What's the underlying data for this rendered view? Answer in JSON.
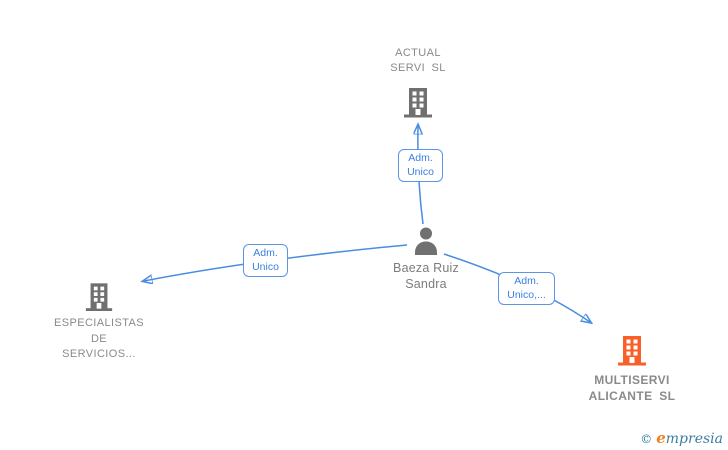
{
  "nodes": {
    "actual_servi": {
      "type": "company",
      "icon": "building-icon",
      "icon_color": "#707070",
      "label_lines": [
        "ACTUAL",
        "SERVI SL"
      ]
    },
    "person": {
      "type": "person",
      "icon": "person-icon",
      "icon_color": "#707070",
      "label_lines": [
        "Baeza Ruiz",
        "Sandra"
      ]
    },
    "especialistas": {
      "type": "company",
      "icon": "building-icon",
      "icon_color": "#707070",
      "label_lines": [
        "ESPECIALISTAS",
        "DE",
        "SERVICIOS..."
      ]
    },
    "multiservi": {
      "type": "company",
      "icon": "building-icon",
      "icon_color": "#f95f28",
      "highlighted": true,
      "label_lines": [
        "MULTISERVI",
        "ALICANTE SL"
      ]
    }
  },
  "edges": [
    {
      "from": "person",
      "to": "actual_servi",
      "label_lines": [
        "Adm.",
        "Unico"
      ]
    },
    {
      "from": "person",
      "to": "especialistas",
      "label_lines": [
        "Adm.",
        "Unico"
      ]
    },
    {
      "from": "person",
      "to": "multiservi",
      "label_lines": [
        "Adm.",
        "Unico,..."
      ]
    }
  ],
  "footer": {
    "copyright_symbol": "©",
    "brand_initial": "e",
    "brand_rest": "mpresia"
  },
  "colors": {
    "edge_blue": "#4a8ce0",
    "edge_label_blue": "#3b7fe0",
    "chip_border_blue": "#5b95e6",
    "node_gray": "#707070",
    "label_gray": "#8a8a8a",
    "highlight_orange": "#f95f28"
  }
}
